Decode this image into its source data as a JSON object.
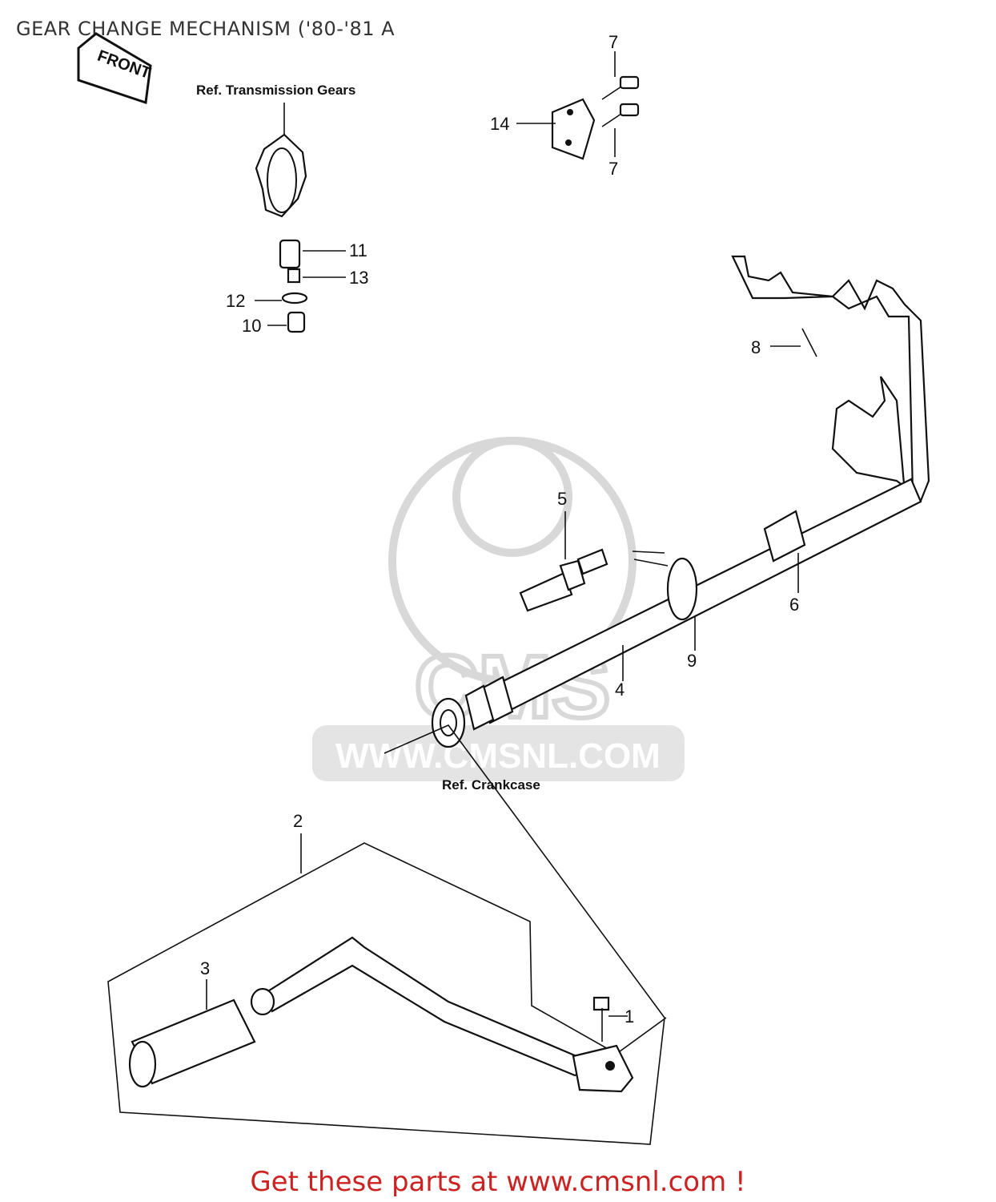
{
  "title": "GEAR CHANGE MECHANISM ('80-'81 A",
  "footer": "Get these parts at www.cmsnl.com !",
  "front_label": "FRONT",
  "watermark": {
    "text": "WWW.CMSNL.COM",
    "logo": "CMS"
  },
  "refs": {
    "transmission_gears": "Ref. Transmission Gears",
    "crankcase": "Ref. Crankcase"
  },
  "callouts": {
    "c1": "1",
    "c2": "2",
    "c3": "3",
    "c4": "4",
    "c5": "5",
    "c6": "6",
    "c7a": "7",
    "c7b": "7",
    "c8": "8",
    "c9": "9",
    "c10": "10",
    "c11": "11",
    "c12": "12",
    "c13": "13",
    "c14": "14"
  },
  "colors": {
    "footer": "#cc2222",
    "watermark": "#d8d8d8"
  }
}
